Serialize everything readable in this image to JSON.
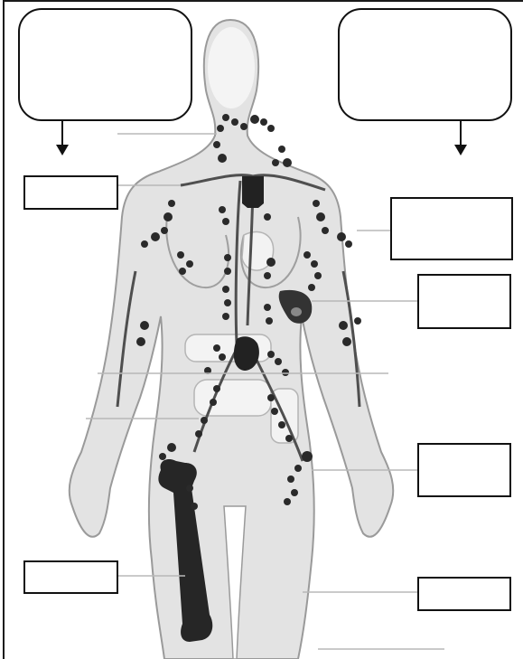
{
  "diagram": {
    "callouts": [
      {
        "id": "top-left",
        "text": ""
      },
      {
        "id": "top-right",
        "text": ""
      }
    ],
    "labels": [
      {
        "id": "left-neck",
        "text": ""
      },
      {
        "id": "right-axillary",
        "text": ""
      },
      {
        "id": "right-spleen",
        "text": ""
      },
      {
        "id": "right-inguinal",
        "text": ""
      },
      {
        "id": "left-bone",
        "text": ""
      },
      {
        "id": "right-leg",
        "text": ""
      }
    ],
    "colors": {
      "body": "#e3e3e3",
      "body_edge": "#9a9a9a",
      "organ": "#f2f2f2",
      "node": "#2b2b2b",
      "vessel": "#555555"
    }
  }
}
